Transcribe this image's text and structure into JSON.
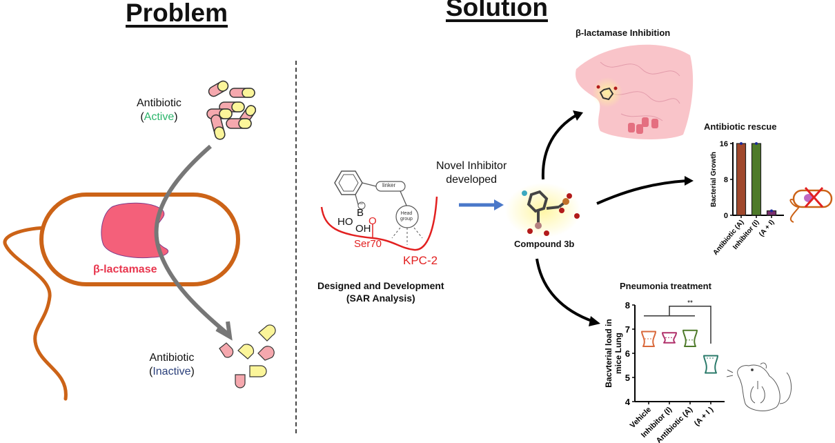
{
  "headings": {
    "problem": "Problem",
    "solution": "Solution"
  },
  "problem": {
    "antibiotic_active": {
      "line1": "Antibiotic",
      "status": "Active",
      "status_color": "#2bb56b"
    },
    "antibiotic_inactive": {
      "line1": "Antibiotic",
      "status": "Inactive",
      "status_color": "#2a3f7a"
    },
    "enzyme_label": "β-lactamase",
    "enzyme_color": "#f4607a",
    "cell_color": "#cc6317"
  },
  "design": {
    "linker": "linker",
    "head_group_l1": "Head",
    "head_group_l2": "group",
    "boron": "B",
    "charge": "−",
    "ho": "HO",
    "oh": "OH",
    "o": "O",
    "residue": "Ser70",
    "enzyme": "KPC-2",
    "caption_l1": "Designed and Development",
    "caption_l2": "(SAR Analysis)"
  },
  "arrow_label": {
    "line1": "Novel Inhibitor",
    "line2": "developed"
  },
  "compound": {
    "label": "Compound 3b"
  },
  "inhibition": {
    "title": "β-lactamase Inhibition"
  },
  "chart_data": [
    {
      "type": "bar",
      "title": "Antibiotic rescue",
      "xlabel": "",
      "ylabel": "Bacterial Growth",
      "categories": [
        "Antibiotic (A)",
        "Inhibitor (I)",
        "(A + I)"
      ],
      "values": [
        16,
        16,
        1
      ],
      "colors": [
        "#a0482c",
        "#4e7a2a",
        "#7a2e6e"
      ],
      "ylim": [
        0,
        16
      ],
      "yticks": [
        0,
        8,
        16
      ],
      "grid": false
    },
    {
      "type": "violin",
      "title": "Pneumonia treatment",
      "xlabel": "",
      "ylabel": "Bacvterial load in mice Lung",
      "categories": [
        "Vehicle",
        "Inhibitor (I)",
        "Antibiotic (A)",
        "(A + I )"
      ],
      "series": [
        {
          "name": "Vehicle",
          "min": 6.2,
          "max": 6.9,
          "median": 6.6,
          "color": "#d9683a"
        },
        {
          "name": "Inhibitor (I)",
          "min": 6.35,
          "max": 6.85,
          "median": 6.65,
          "color": "#b0306a"
        },
        {
          "name": "Antibiotic (A)",
          "min": 6.2,
          "max": 6.95,
          "median": 6.55,
          "color": "#4e7a2a"
        },
        {
          "name": "(A + I )",
          "min": 5.1,
          "max": 5.9,
          "median": 5.8,
          "color": "#2a7a6a"
        }
      ],
      "ylim": [
        4,
        8
      ],
      "yticks": [
        4,
        5,
        6,
        7,
        8
      ],
      "significance": "**",
      "grid": false
    }
  ]
}
